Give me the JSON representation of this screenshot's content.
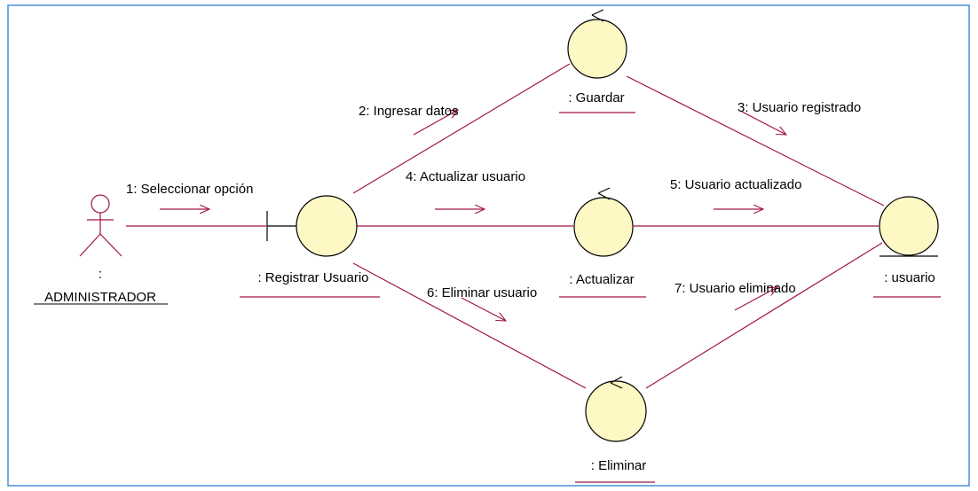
{
  "colors": {
    "line": "#a0183f",
    "object_fill": "#fdf8c4",
    "object_stroke": "#000000",
    "frame": "#4a8fd6",
    "text": "#000000"
  },
  "actor": {
    "colon": ":",
    "name": "ADMINISTRADOR"
  },
  "objects": {
    "registrar": {
      "label": ": Registrar Usuario",
      "stereotype": "boundary"
    },
    "guardar": {
      "label": ": Guardar",
      "stereotype": "control"
    },
    "actualizar": {
      "label": ": Actualizar",
      "stereotype": "control"
    },
    "eliminar": {
      "label": ": Eliminar",
      "stereotype": "control"
    },
    "usuario": {
      "label": ": usuario",
      "stereotype": "entity"
    }
  },
  "messages": [
    {
      "number": 1,
      "text": "1: Seleccionar opción"
    },
    {
      "number": 2,
      "text": "2: Ingresar datos"
    },
    {
      "number": 3,
      "text": "3: Usuario registrado"
    },
    {
      "number": 4,
      "text": "4: Actualizar usuario"
    },
    {
      "number": 5,
      "text": "5: Usuario actualizado"
    },
    {
      "number": 6,
      "text": "6: Eliminar usuario"
    },
    {
      "number": 7,
      "text": "7: Usuario eliminado"
    }
  ]
}
